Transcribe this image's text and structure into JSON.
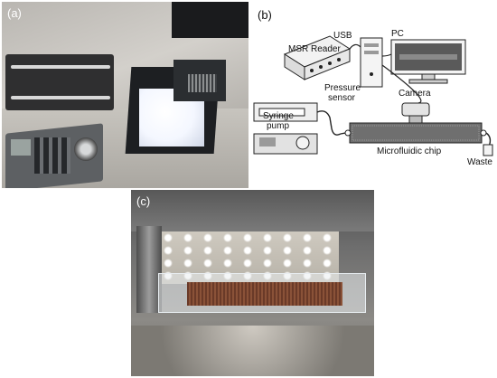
{
  "panels": {
    "a": {
      "label": "(a)"
    },
    "b": {
      "label": "(b)"
    },
    "c": {
      "label": "(c)"
    }
  },
  "schematic": {
    "usb": "USB",
    "pc": "PC",
    "msr_reader": "MSR Reader",
    "pressure_sensor_line1": "Pressure",
    "pressure_sensor_line2": "sensor",
    "camera": "Camera",
    "syringe_pump_line1": "Syringe",
    "syringe_pump_line2": "pump",
    "microfluidic_chip": "Microfluidic chip",
    "waste": "Waste"
  },
  "colors": {
    "chip": "#6f6f6f",
    "outline": "#222222",
    "monitor_screen": "#5a5a5a"
  }
}
